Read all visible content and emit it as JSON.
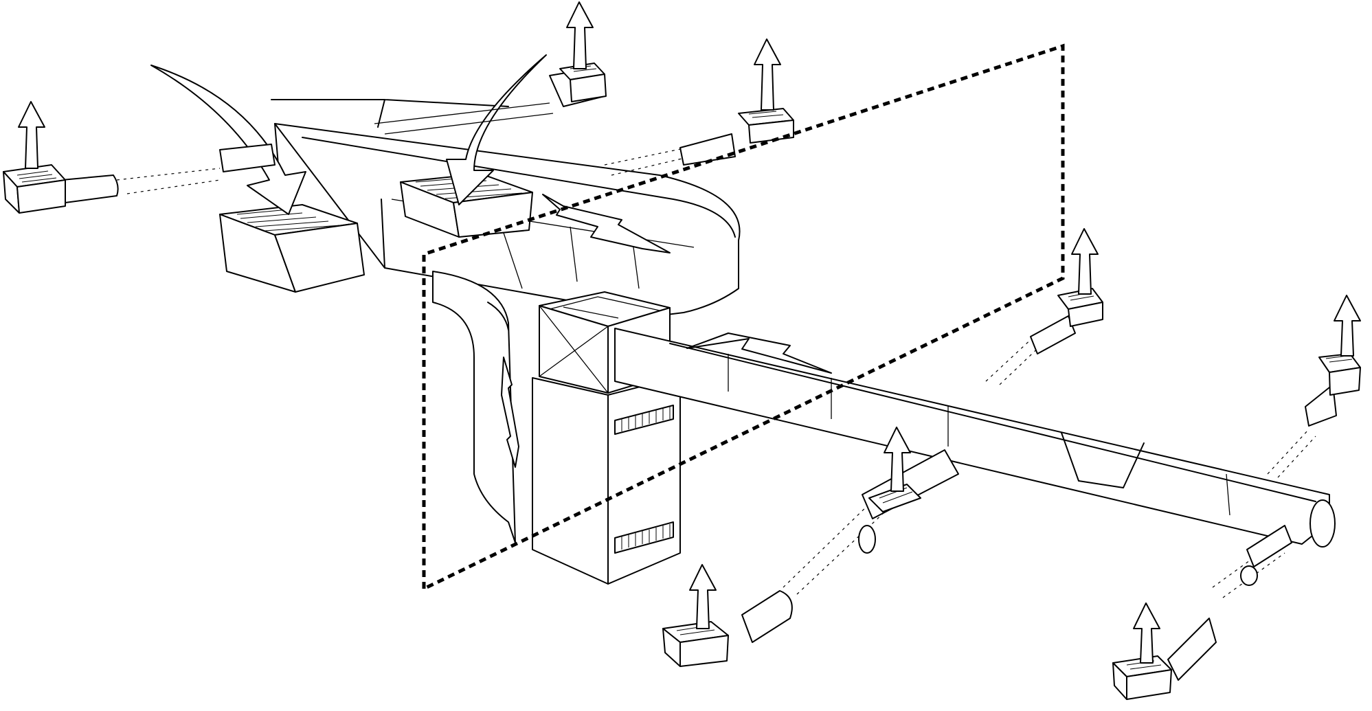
{
  "diagram": {
    "kind": "forced-air duct system, isometric line drawing",
    "colors": {
      "line": "#000000",
      "fill": "#ffffff",
      "background": "#ffffff"
    },
    "components": [
      "furnace-air-handler",
      "return-plenum",
      "return-air-grilles",
      "return-trunk-duct",
      "supply-trunk-duct",
      "supply-branch-ducts",
      "supply-registers",
      "conditioned-space-boundary"
    ],
    "return_grille_count": 2,
    "supply_register_count": 8,
    "labels": []
  }
}
